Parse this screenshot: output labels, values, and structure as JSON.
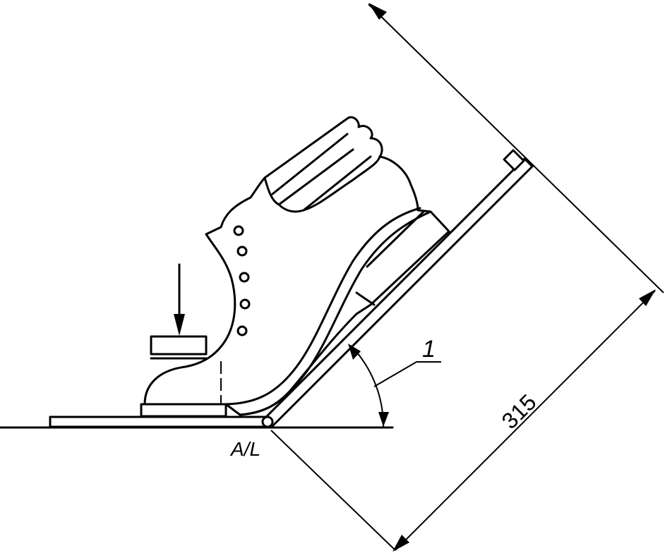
{
  "labels": {
    "hinge_label": "A/L",
    "callout_number": "1",
    "dimension_value": "315"
  }
}
